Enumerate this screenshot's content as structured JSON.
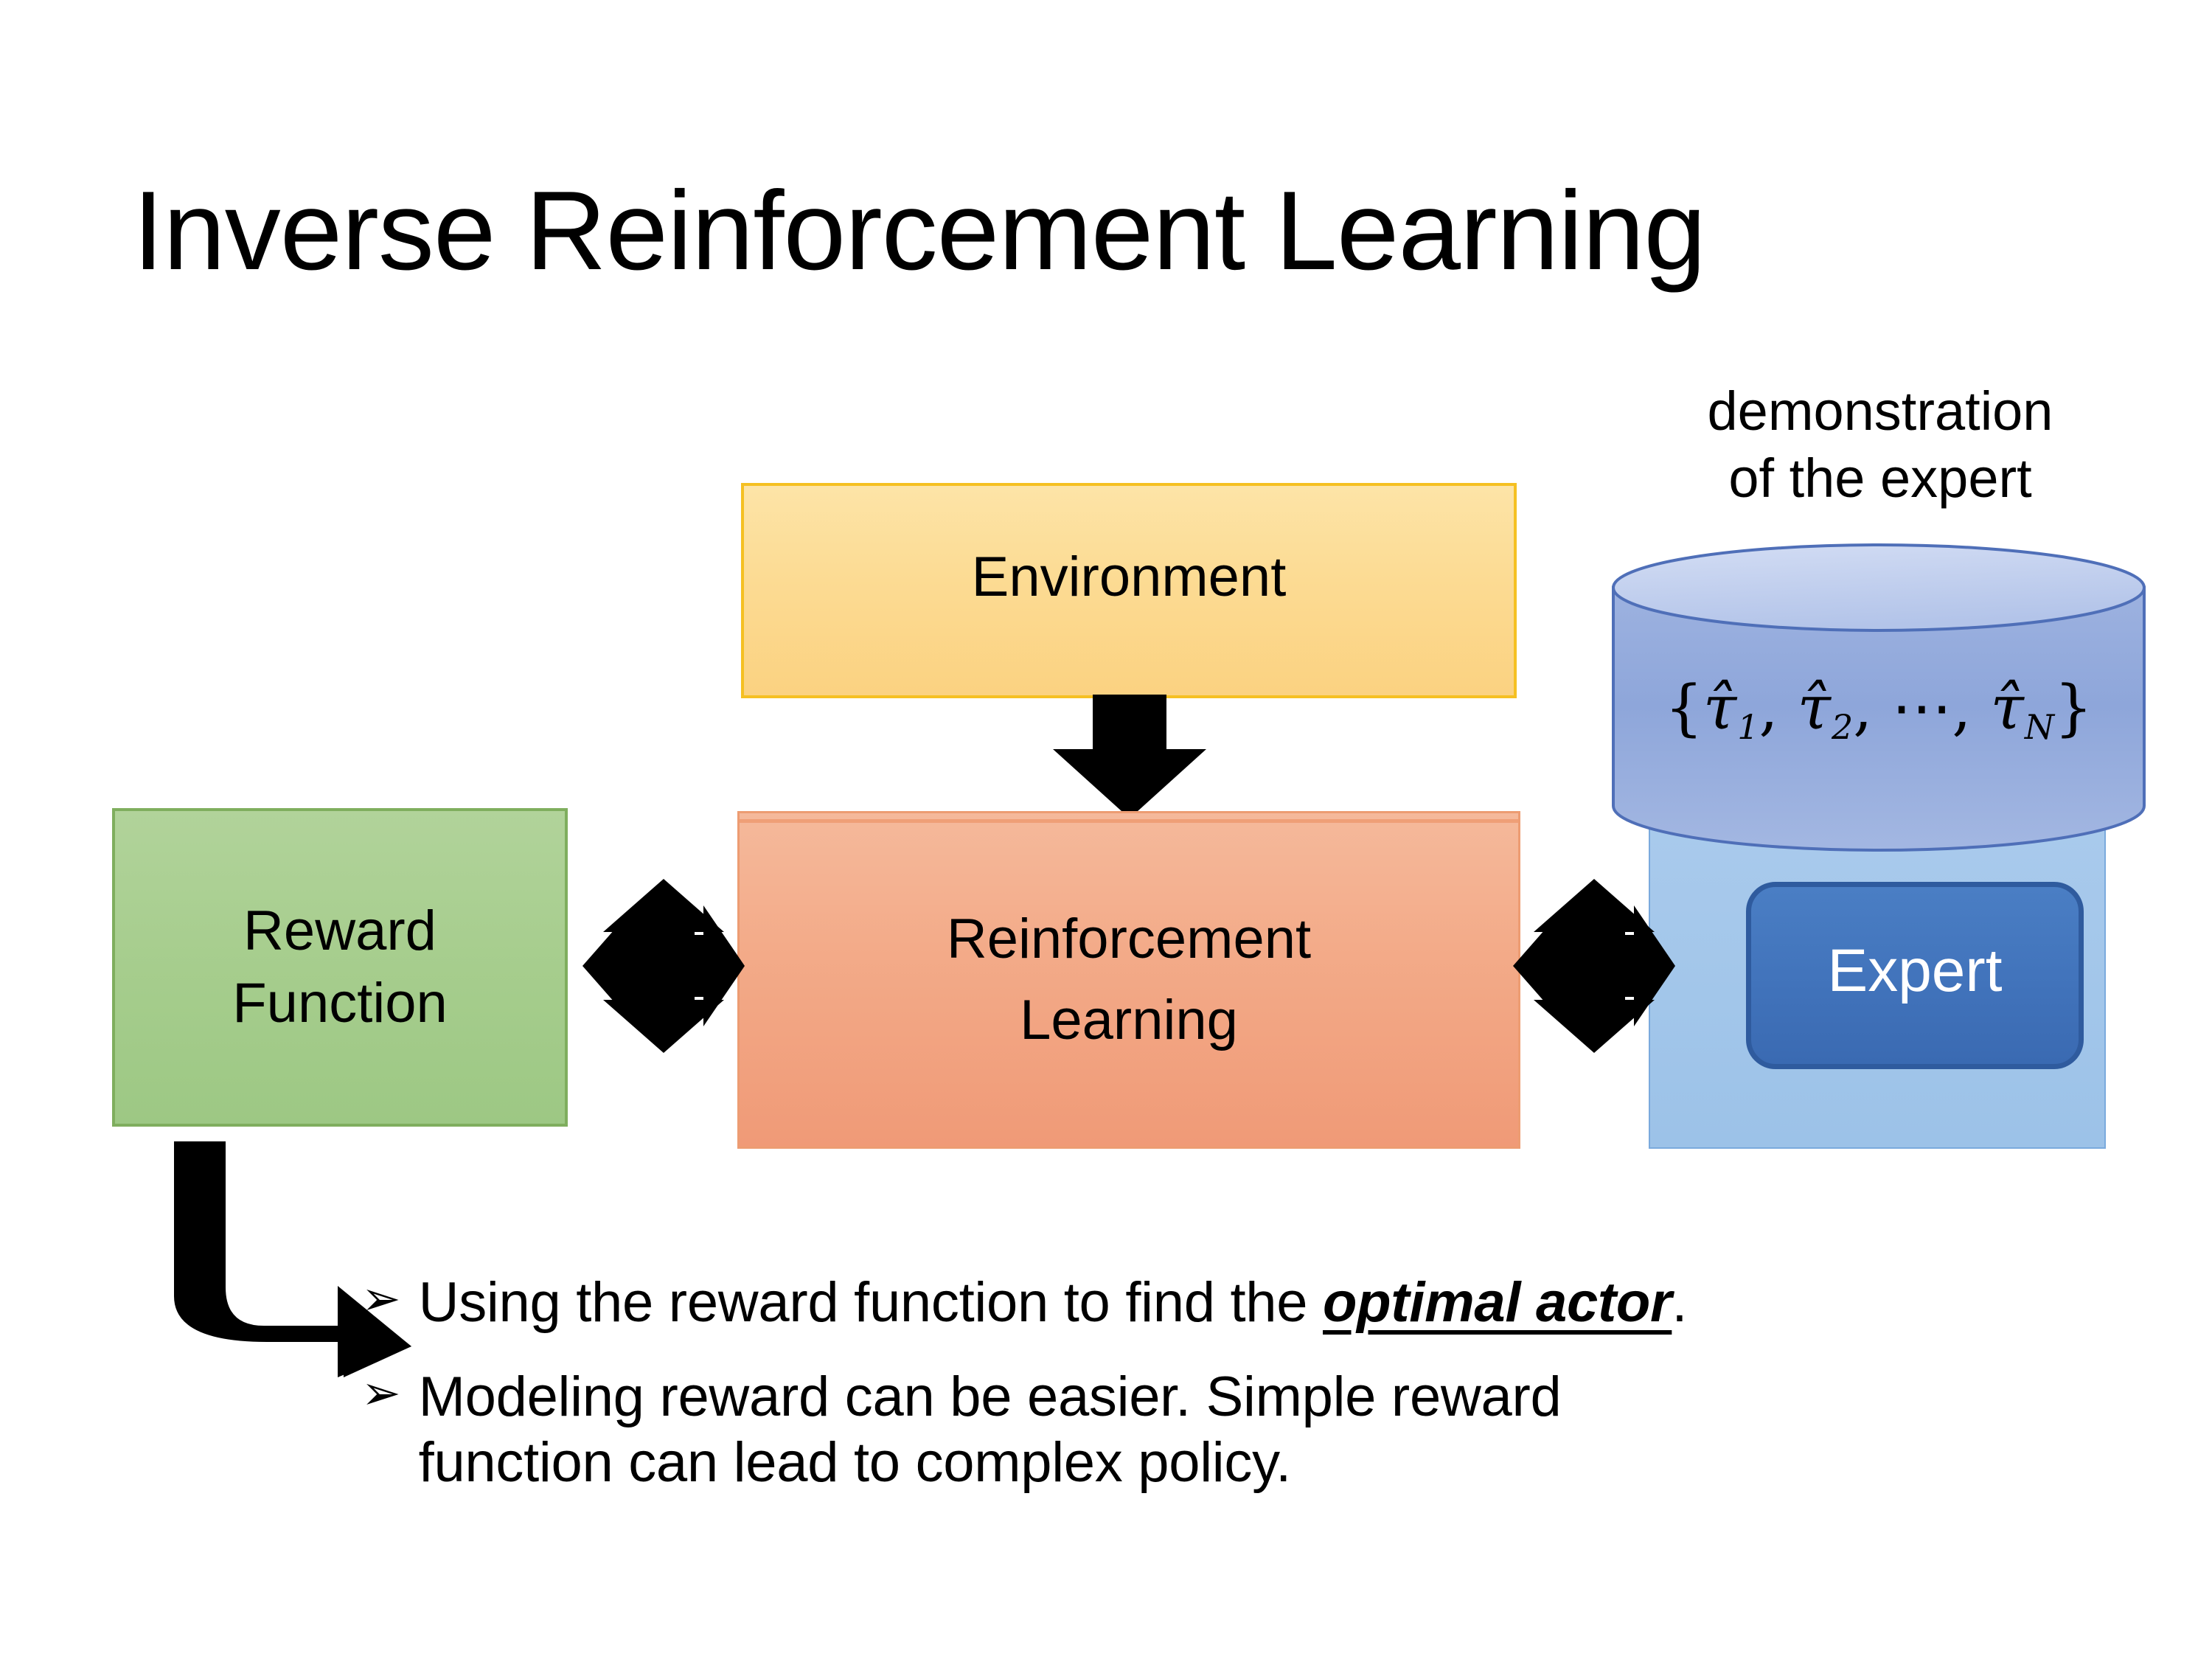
{
  "slide": {
    "title": "Inverse Reinforcement Learning",
    "background_color": "#ffffff"
  },
  "diagram": {
    "environment": {
      "label": "Environment",
      "fill_color": "#fcdb93",
      "border_color": "#f5c022"
    },
    "reinforcement_learning": {
      "line1": "Reinforcement",
      "line2": "Learning",
      "fill_color": "#f3ab89",
      "border_color": "#ed9c72"
    },
    "reward_function": {
      "line1": "Reward",
      "line2": "Function",
      "fill_color": "#a6cd8d",
      "border_color": "#7fae5e"
    },
    "demonstration": {
      "caption_line1": "demonstration",
      "caption_line2": "of the expert",
      "formula_open": "{",
      "formula_terms": [
        "τ̂",
        "τ̂",
        "τ̂"
      ],
      "formula_text": "{τ̂1, τ̂2, ⋯, τ̂N}",
      "cylinder_fill": "#8ea6da",
      "cylinder_top_fill": "#c5d3ee",
      "cylinder_border": "#4f6fb8"
    },
    "expert": {
      "label": "Expert",
      "fill_color": "#4173bb",
      "border_color": "#2f5b9e",
      "text_color": "#ffffff",
      "panel_fill": "#a2c6ea",
      "panel_border": "#7aaadd"
    },
    "connectors": {
      "env_to_rl": "down-arrow",
      "reward_to_rl": "double-headed-horizontal-arrow",
      "rl_to_expert": "double-headed-horizontal-arrow",
      "reward_to_bullet": "elbow-arrow",
      "arrow_color": "#000000"
    }
  },
  "bullets": {
    "marker": "➢",
    "items": [
      {
        "prefix": "Using the reward function to find the ",
        "emphasis": "optimal actor",
        "suffix": "."
      },
      {
        "prefix": "Modeling reward can be easier. Simple reward function can lead to complex policy.",
        "emphasis": "",
        "suffix": ""
      }
    ]
  }
}
